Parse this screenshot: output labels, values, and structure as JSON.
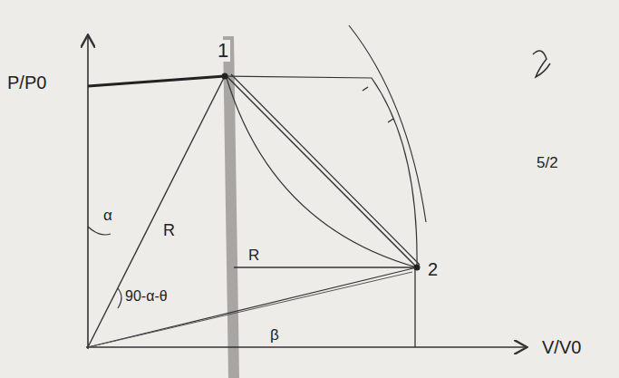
{
  "diagram": {
    "labels": [
      "P/P0",
      "V/V0",
      "1",
      "2",
      "R",
      "R",
      "α",
      "90-α-θ",
      "β",
      "5/2"
    ]
  }
}
